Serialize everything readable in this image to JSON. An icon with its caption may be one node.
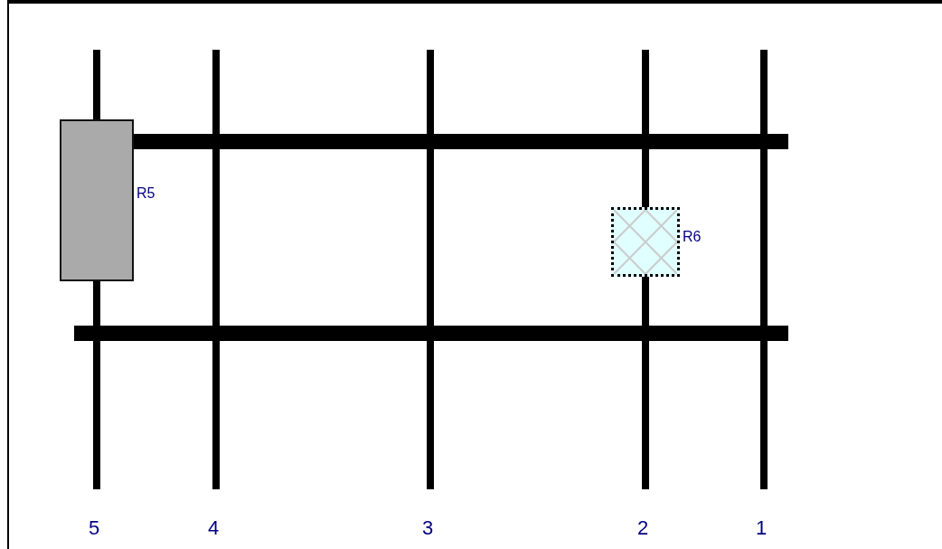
{
  "diagram": {
    "nodes": [
      {
        "text": [],
        "shape": "box",
        "beside": [
          "R5"
        ]
      },
      {
        "text": [],
        "shape": "box",
        "beside": [
          "R6"
        ]
      }
    ],
    "labels": [
      "5",
      "4",
      "3",
      "2",
      "1"
    ]
  }
}
